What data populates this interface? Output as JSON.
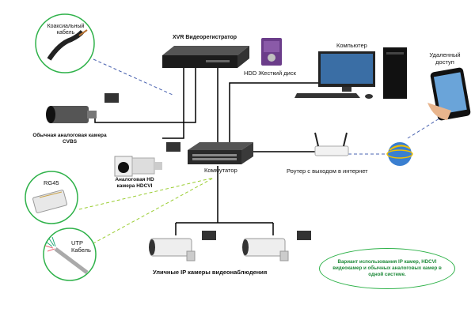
{
  "labels": {
    "coax": "Коаксиальный кабель",
    "xvr": "XVR Видеорегистратор",
    "hdd": "HDD Жесткий диск",
    "computer": "Компьютер",
    "remote": "Удаленный доступ",
    "cvbs_camera": "Обычная аналоговая камера CVBS",
    "hdcvi_camera": "Аналоговая HD камера HDCVI",
    "switch": "Коммутатор",
    "router": "Роутер с выходом в интернет",
    "rg45": "RG45",
    "utp": "UTP Кабель",
    "ip_cameras": "Уличные IP камеры видеонаблюдения"
  },
  "note": "Вариант использования IP камер, HDCVI видеокамер и обычных аналоговых камер в одной системе.",
  "colors": {
    "line": "#000000",
    "dashed_blue": "#4a63b0",
    "dashed_green": "#9acd32",
    "circle_green": "#2fb24a"
  }
}
